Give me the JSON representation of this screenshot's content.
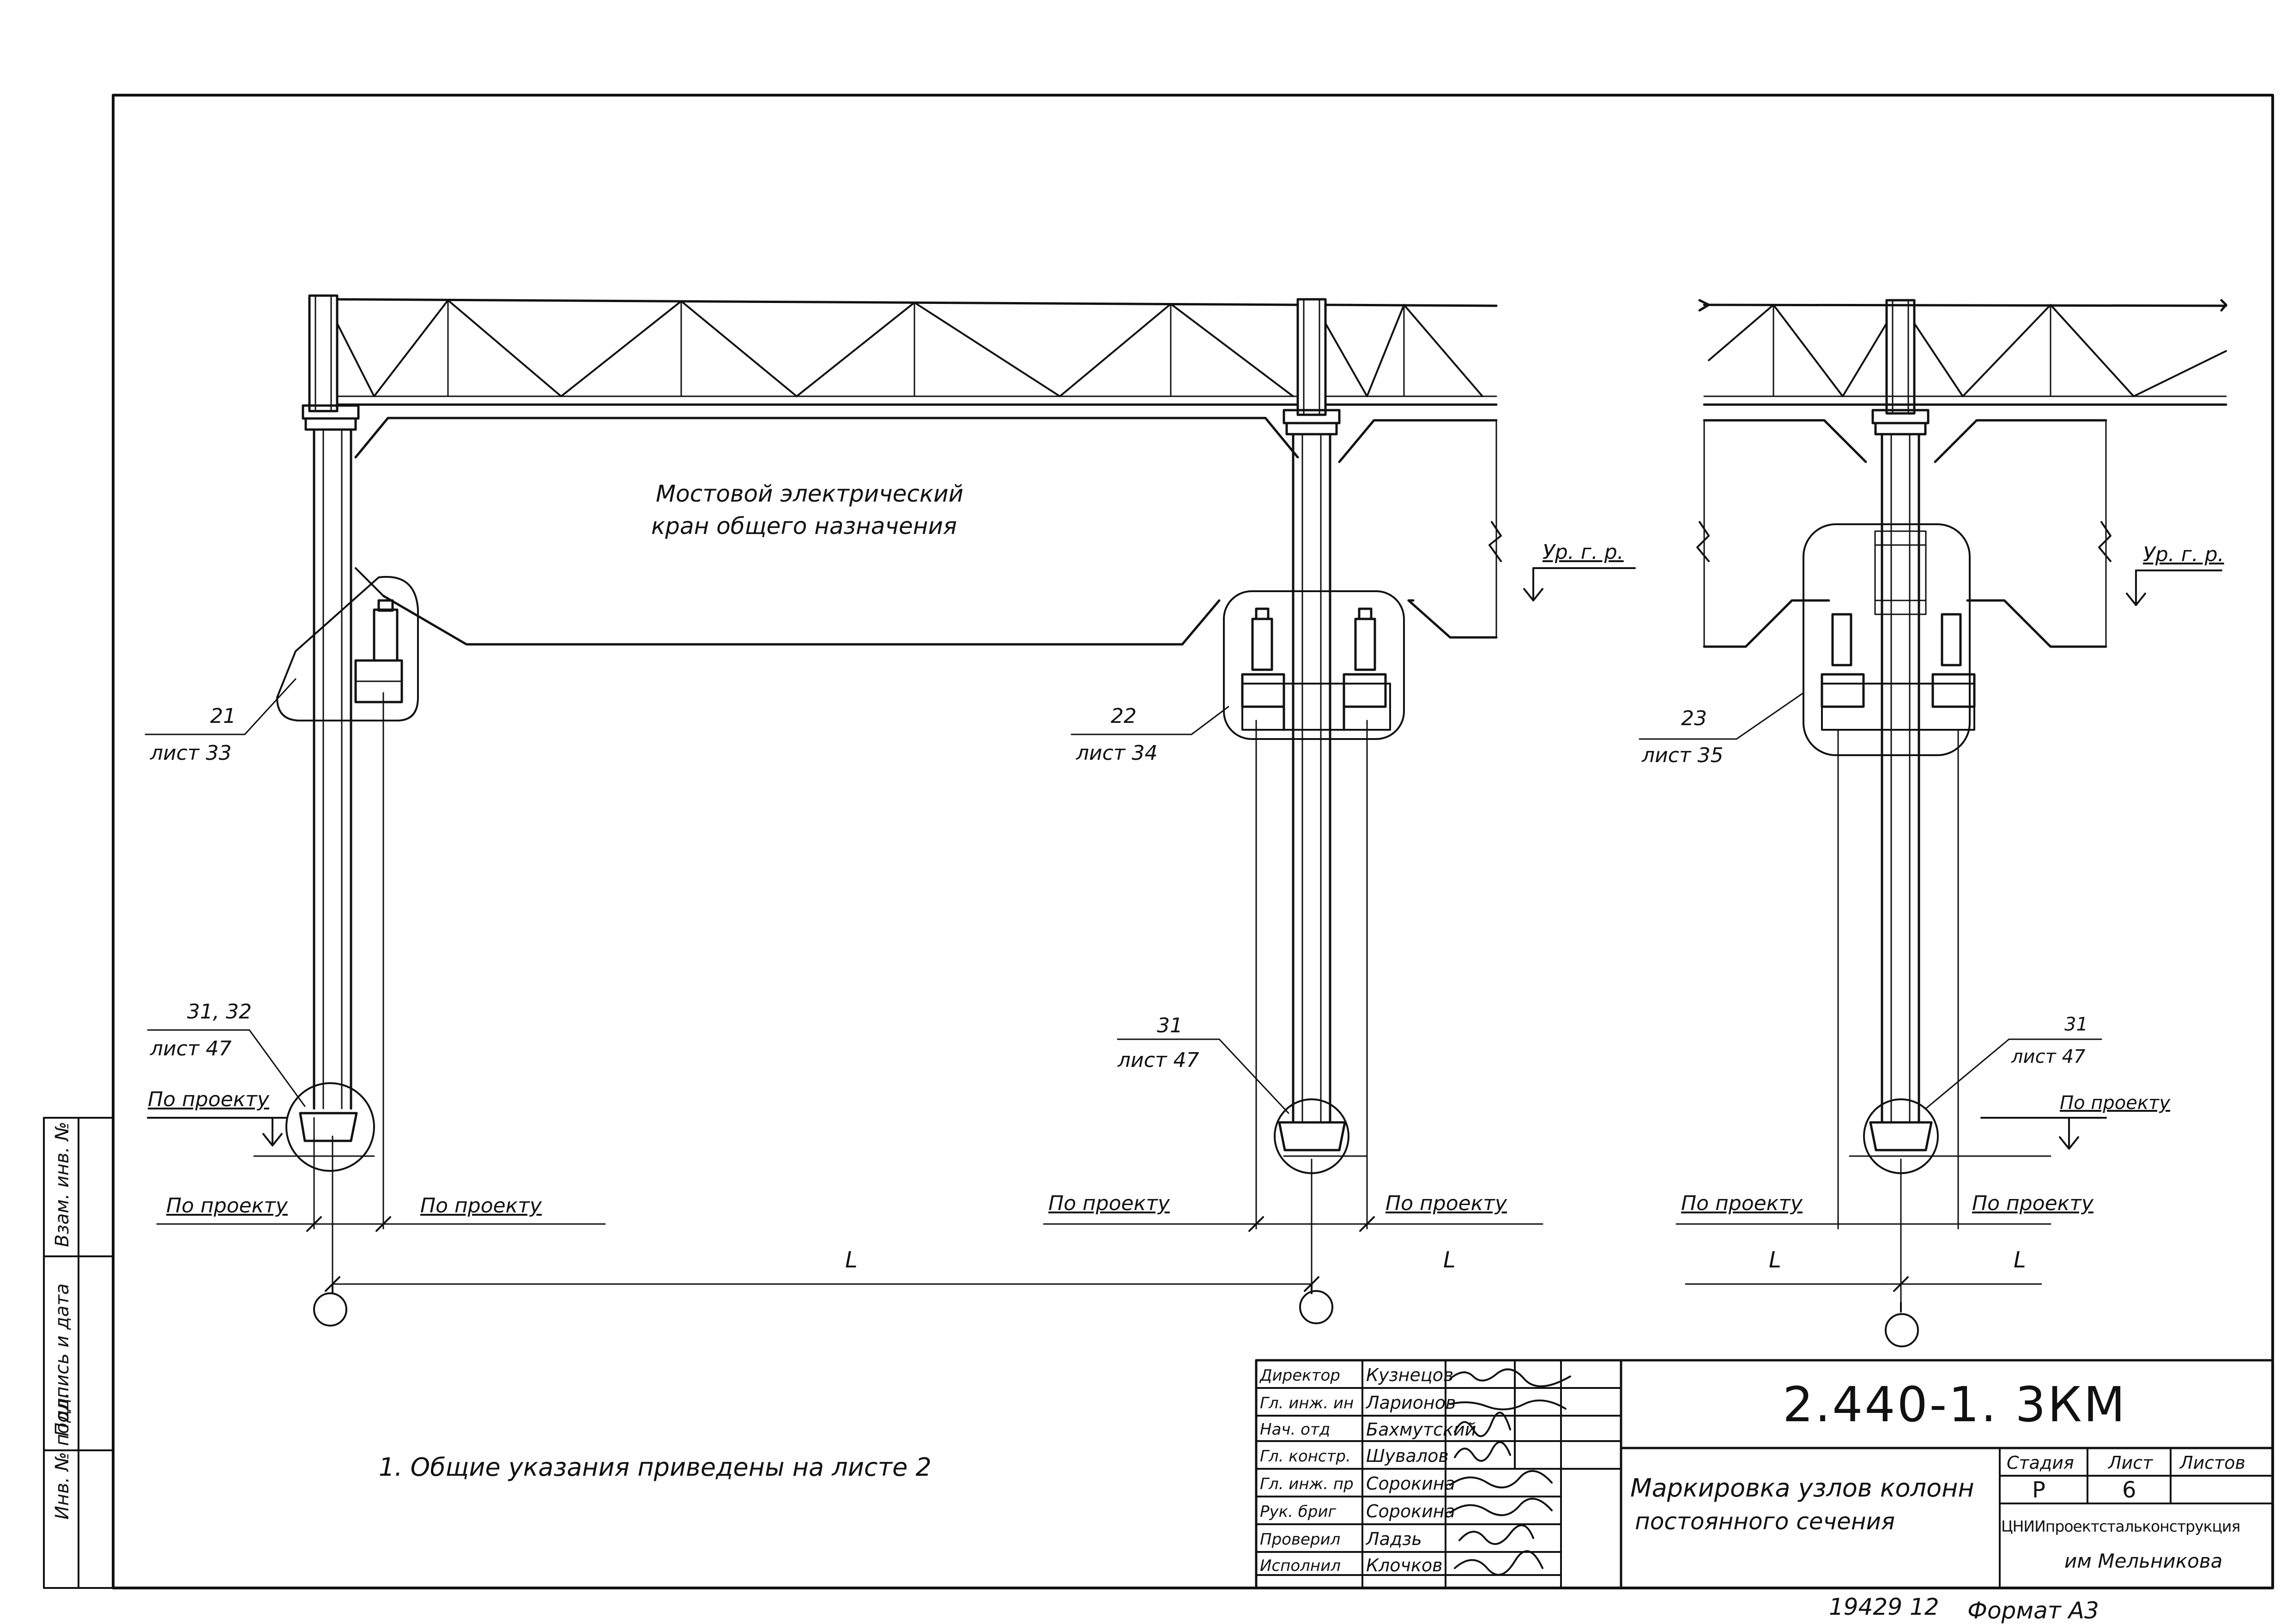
{
  "drawing": {
    "crane_label": [
      "Мостовой   электрический",
      "кран     общего  назначения"
    ],
    "level_mark": "Ур. г. р.",
    "by_project": "По проекту",
    "span_symbol": "L",
    "callouts": [
      {
        "node": "21",
        "sheet": "лист 33"
      },
      {
        "node": "22",
        "sheet": "лист 34"
      },
      {
        "node": "23",
        "sheet": "лист 35"
      },
      {
        "node": "31, 32",
        "sheet": "лист 47"
      },
      {
        "node": "31",
        "sheet": "лист 47"
      },
      {
        "node": "31",
        "sheet": "лист 47"
      }
    ]
  },
  "note": "1.  Общие   указания  приведены   на листе 2",
  "side_stamp": [
    "Инв. № подл.",
    "Подпись и дата",
    "Взам. инв. №"
  ],
  "title_block": {
    "code": "2.440-1.  3КМ",
    "title_line1": "Маркировка узлов колонн",
    "title_line2": "постоянного   сечения",
    "stage_header": "Стадия",
    "sheet_header": "Лист",
    "sheets_header": "Листов",
    "stage": "Р",
    "sheet": "6",
    "sheets": "",
    "org_line1": "ЦНИИпроектстальконструкция",
    "org_line2": "им Мельникова",
    "staff": [
      {
        "role": "Директор",
        "name": "Кузнецов"
      },
      {
        "role": "Гл. инж. ин",
        "name": "Ларионов"
      },
      {
        "role": "Нач. отд",
        "name": "Бахмутский"
      },
      {
        "role": "Гл. констр.",
        "name": "Шувалов"
      },
      {
        "role": "Гл. инж. пр",
        "name": "Сорокина"
      },
      {
        "role": "Рук. бриг",
        "name": "Сорокина"
      },
      {
        "role": "Проверил",
        "name": "Ладзь"
      },
      {
        "role": "Исполнил",
        "name": "Клочков"
      }
    ]
  },
  "footer": {
    "number": "19429  12",
    "format": "Формат А3"
  }
}
